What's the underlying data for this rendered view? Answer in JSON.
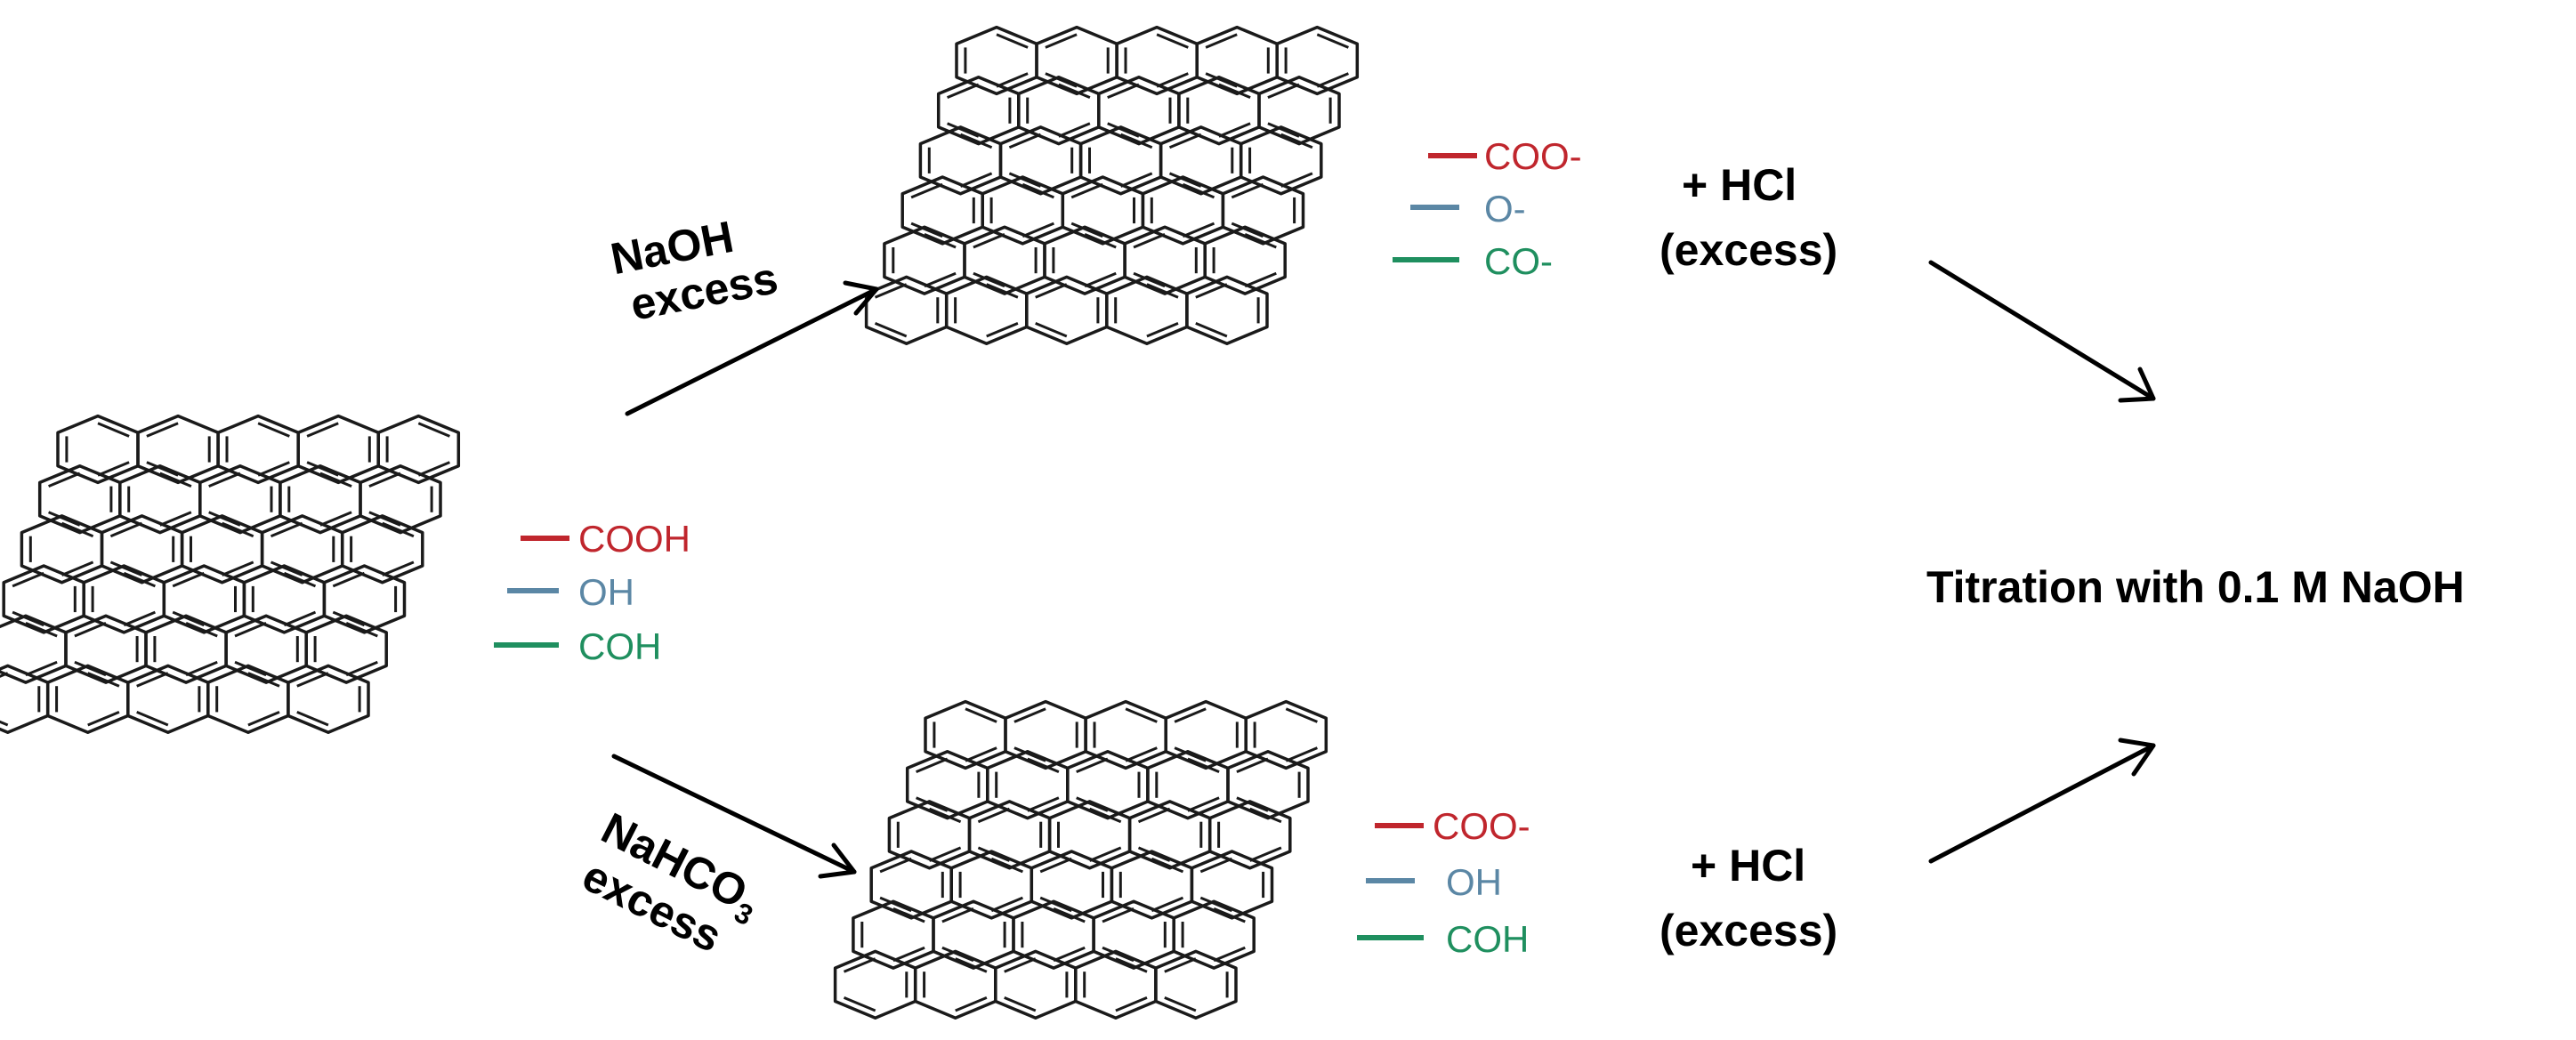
{
  "colors": {
    "carboxyl": "#c0262d",
    "hydroxyl": "#5b87a5",
    "carbonyl": "#1f8f5f",
    "ink": "#000000"
  },
  "start": {
    "groups": [
      "COOH",
      "OH",
      "COH"
    ]
  },
  "top_branch": {
    "reagent_line1": "NaOH",
    "reagent_line2": "excess",
    "groups": [
      "COO-",
      "O-",
      "CO-"
    ],
    "acid_line1": "+ HCl",
    "acid_line2": "(excess)"
  },
  "bottom_branch": {
    "reagent_line1": "NaHCO",
    "reagent_sub": "3",
    "reagent_line2": "excess",
    "groups": [
      "COO-",
      "OH",
      "COH"
    ],
    "acid_line1": "+ HCl",
    "acid_line2": "(excess)"
  },
  "result": "Titration with 0.1 M NaOH"
}
